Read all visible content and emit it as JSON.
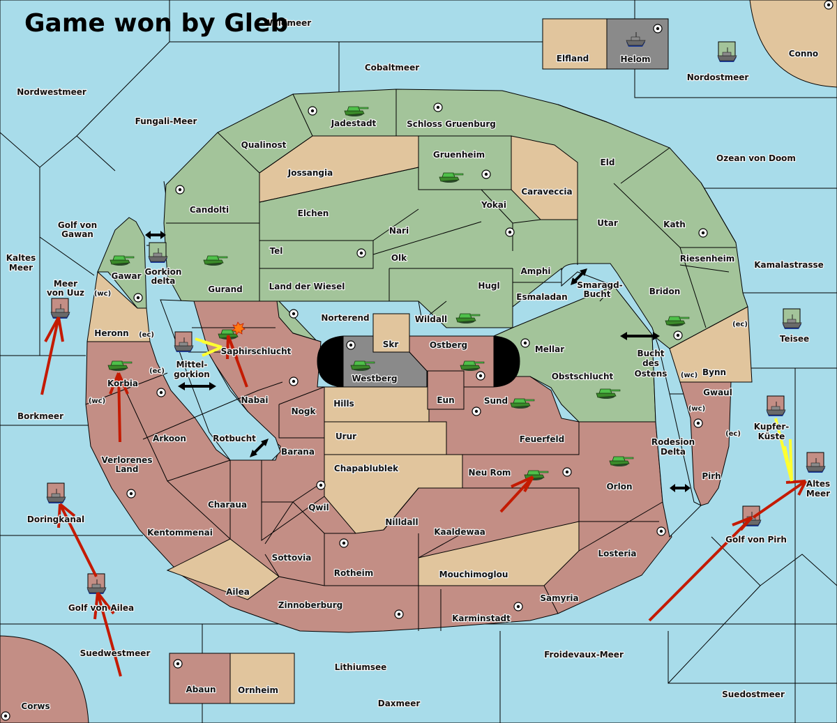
{
  "title": "Game won by Gleb",
  "colors": {
    "sea": "#a8dcea",
    "power_green": "#a3c49a",
    "power_red": "#c38e85",
    "power_gray": "#8a8a8a",
    "neutral": "#e1c59d",
    "move_order": "#c41a00",
    "support_order": "#ffff30",
    "army_unit": "#3caa3c"
  },
  "icons": {
    "supply_center": "supply-center-icon",
    "army": "tank-icon",
    "fleet": "ship-icon",
    "convoy_link": "double-arrow-icon",
    "battle": "explosion-icon"
  },
  "seas": {
    "hidden_top": "Waldmeer",
    "cobaltmeer": "Cobaltmeer",
    "nordwestmeer": "Nordwestmeer",
    "fungali": "Fungali-Meer",
    "nordostmeer": "Nordostmeer",
    "ozean": "Ozean von Doom",
    "kamalastrasse": "Kamalastrasse",
    "golf_gawan_1": "Golf von",
    "golf_gawan_2": "Gawan",
    "kaltes_1": "Kaltes",
    "kaltes_2": "Meer",
    "uuz_1": "Meer",
    "uuz_2": "von Uuz",
    "gorkion_1": "Gorkion",
    "gorkion_2": "delta",
    "mittel_1": "Mittel-",
    "mittel_2": "gorkion",
    "borkmeer": "Borkmeer",
    "rotbucht": "Rotbucht",
    "smaragd_1": "Smaragd-",
    "smaragd_2": "Bucht",
    "bucht_1": "Bucht",
    "bucht_2": "des",
    "bucht_3": "Ostens",
    "rodesion_1": "Rodesion",
    "rodesion_2": "Delta",
    "teisee": "Teisee",
    "kupfer_1": "Kupfer-",
    "kupfer_2": "Küste",
    "altes_1": "Altes",
    "altes_2": "Meer",
    "golf_pirh": "Golf von Pirh",
    "doringkanal": "Doringkanal",
    "golf_ailea": "Golf von Ailea",
    "suedwestmeer": "Suedwestmeer",
    "lithiumsee": "Lithiumsee",
    "daxmeer": "Daxmeer",
    "froidevaux": "Froidevaux-Meer",
    "suedostmeer": "Suedostmeer"
  },
  "provinces": {
    "elfland": "Elfland",
    "helom": "Helom",
    "conno": "Conno",
    "jadestadt": "Jadestadt",
    "schloss": "Schloss Gruenburg",
    "qualinost": "Qualinost",
    "jossangia": "Jossangia",
    "gruenheim": "Gruenheim",
    "caraveccia": "Caraveccia",
    "eld": "Eld",
    "candolti": "Candolti",
    "elchen": "Elchen",
    "yokai": "Yokai",
    "nari": "Nari",
    "utar": "Utar",
    "kath": "Kath",
    "tel": "Tel",
    "olk": "Olk",
    "amphi": "Amphi",
    "riesenheim": "Riesenheim",
    "gawar": "Gawar",
    "gurand": "Gurand",
    "wiesel": "Land der Wiesel",
    "hugl": "Hugl",
    "esmaladan": "Esmaladan",
    "bridon": "Bridon",
    "norterend": "Norterend",
    "wildall": "Wildall",
    "heronn": "Heronn",
    "skr": "Skr",
    "ostberg": "Ostberg",
    "mellar": "Mellar",
    "saphirschlucht": "Saphirschlucht",
    "westberg": "Westberg",
    "korbia": "Korbia",
    "obstschlucht": "Obstschlucht",
    "bynn": "Bynn",
    "nabai": "Nabai",
    "hills": "Hills",
    "eun": "Eun",
    "sund": "Sund",
    "gwaul": "Gwaul",
    "nogk": "Nogk",
    "arkoon": "Arkoon",
    "urur": "Urur",
    "feuerfeld": "Feuerfeld",
    "barana": "Barana",
    "verlorenes_1": "Verlorenes",
    "verlorenes_2": "Land",
    "chapablublek": "Chapablublek",
    "neurom": "Neu Rom",
    "orlon": "Orlon",
    "pirh": "Pirh",
    "charaua": "Charaua",
    "qwil": "Qwil",
    "nilldall": "Nilldall",
    "kentommenai": "Kentommenai",
    "kaaldewaa": "Kaaldewaa",
    "losteria": "Losteria",
    "sottovia": "Sottovia",
    "rotheim": "Rotheim",
    "mouchimoglou": "Mouchimoglou",
    "ailea": "Ailea",
    "samyria": "Samyria",
    "zinnoberburg": "Zinnoberburg",
    "karminstadt": "Karminstadt",
    "abaun": "Abaun",
    "ornheim": "Ornheim",
    "corws": "Corws"
  },
  "coasts": {
    "wc": "(wc)",
    "ec": "(ec)"
  }
}
